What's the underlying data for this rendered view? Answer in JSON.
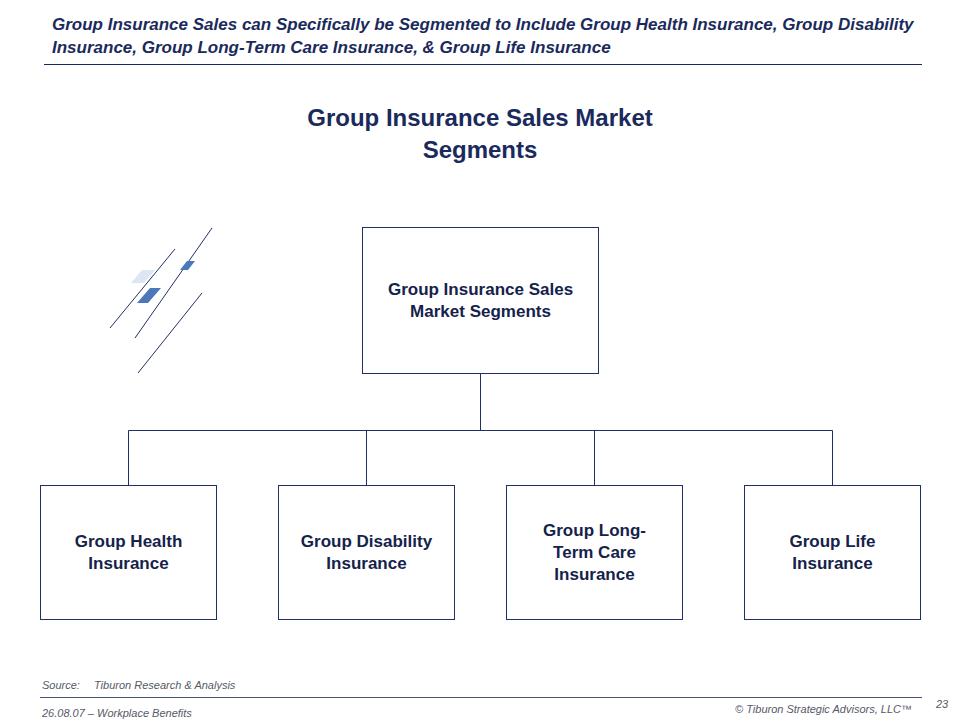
{
  "diagram": {
    "title": "Group Insurance Sales can Specifically be Segmented to Include Group Health Insurance, Group Disability Insurance, Group Long-Term Care Insurance, & Group Life Insurance",
    "nodes": [
      {
        "text": [
          "Group Insurance Sales Market Segments"
        ]
      },
      {
        "text": [
          "Group Health Insurance"
        ]
      },
      {
        "text": [
          "Group Disability Insurance"
        ]
      },
      {
        "text": [
          "Group Long-Term Care Insurance"
        ]
      },
      {
        "text": [
          "Group Life Insurance"
        ]
      }
    ],
    "edges": [
      {
        "from": 0,
        "to": 1,
        "arrow": "none"
      },
      {
        "from": 0,
        "to": 2,
        "arrow": "none"
      },
      {
        "from": 0,
        "to": 3,
        "arrow": "none"
      },
      {
        "from": 0,
        "to": 4,
        "arrow": "none"
      }
    ],
    "labels": [
      "Group Insurance Sales Market Segments",
      "Source:",
      "Tiburon Research & Analysis",
      "26.08.07 – Workplace Benefits",
      "© Tiburon Strategic Advisors, LLC™",
      "23"
    ]
  }
}
